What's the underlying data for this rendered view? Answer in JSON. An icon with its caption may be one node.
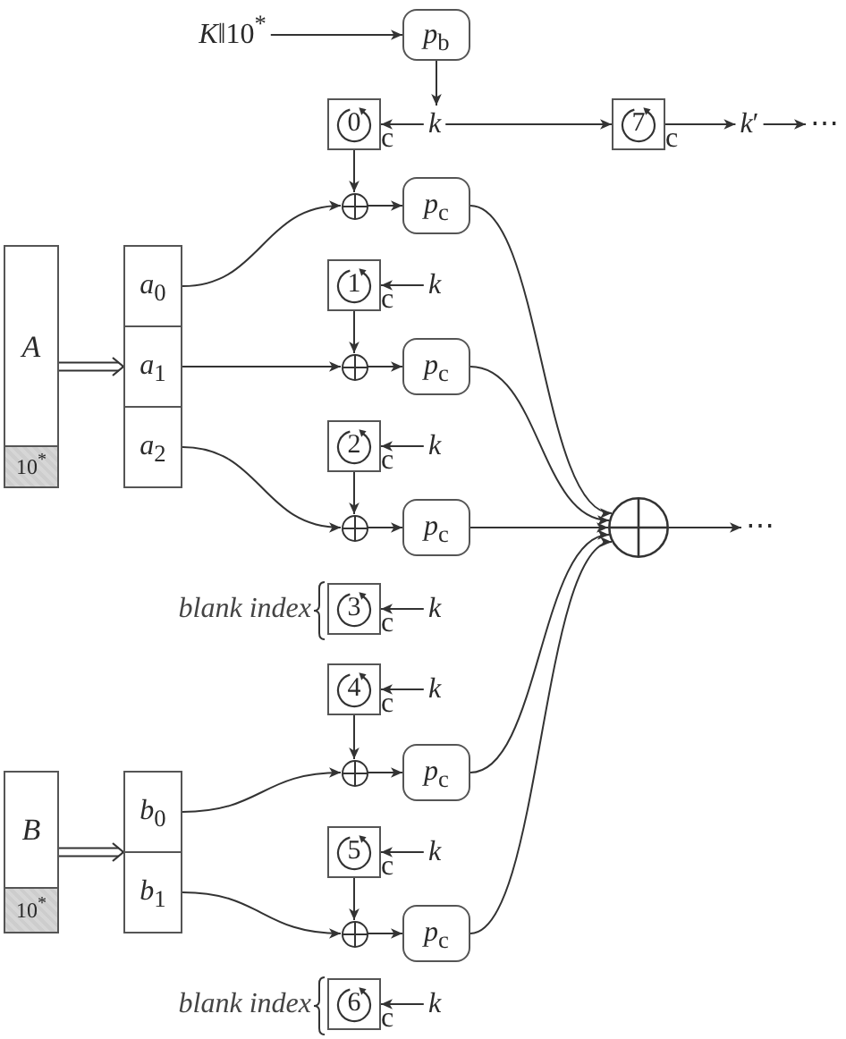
{
  "diagram": {
    "nodes": [
      {
        "text": [
          "*K*‖10$^{*}$"
        ]
      },
      {
        "text": [
          "*p*$_{b}$"
        ]
      },
      {
        "text": [
          "k"
        ]
      },
      {
        "text": [
          "0"
        ],
        "beside": [
          "c"
        ]
      },
      {
        "text": [
          "7"
        ],
        "beside": [
          "c"
        ]
      },
      {
        "text": [
          "*k*′"
        ]
      },
      {
        "text": [
          "⋯"
        ]
      },
      {
        "text": [
          "A"
        ]
      },
      {
        "text": [
          "10$^{*}$"
        ],
        "in": 7
      },
      {
        "text": [],
        "shape": "box"
      },
      {
        "text": [
          "*a*$_{0}$"
        ],
        "in": 9
      },
      {
        "text": [
          "*a*$_{1}$"
        ],
        "in": 9
      },
      {
        "text": [
          "*a*$_{2}$"
        ],
        "in": 9
      },
      {
        "text": [],
        "shape": "circle"
      },
      {
        "text": [
          "*p*$_{c}$"
        ]
      },
      {
        "text": [
          "1"
        ],
        "beside": [
          "c"
        ]
      },
      {
        "text": [
          "k"
        ]
      },
      {
        "text": [],
        "shape": "circle"
      },
      {
        "text": [
          "*p*$_{c}$"
        ]
      },
      {
        "text": [
          "2"
        ],
        "beside": [
          "c"
        ]
      },
      {
        "text": [
          "k"
        ]
      },
      {
        "text": [],
        "shape": "circle"
      },
      {
        "text": [
          "*p*$_{c}$"
        ]
      },
      {
        "text": [],
        "shape": "circle"
      },
      {
        "text": [
          "⋯"
        ]
      },
      {
        "text": [
          "3"
        ],
        "beside": [
          "blank index",
          "c"
        ]
      },
      {
        "text": [
          "k"
        ]
      },
      {
        "text": [
          "4"
        ],
        "beside": [
          "c"
        ]
      },
      {
        "text": [
          "k"
        ]
      },
      {
        "text": [
          "B"
        ]
      },
      {
        "text": [
          "10$^{*}$"
        ],
        "in": 29
      },
      {
        "text": [],
        "shape": "box"
      },
      {
        "text": [
          "*b*$_{0}$"
        ],
        "in": 31
      },
      {
        "text": [
          "*b*$_{1}$"
        ],
        "in": 31
      },
      {
        "text": [],
        "shape": "circle"
      },
      {
        "text": [
          "*p*$_{c}$"
        ]
      },
      {
        "text": [
          "5"
        ],
        "beside": [
          "c"
        ]
      },
      {
        "text": [
          "k"
        ]
      },
      {
        "text": [],
        "shape": "circle"
      },
      {
        "text": [
          "*p*$_{c}$"
        ]
      },
      {
        "text": [
          "6"
        ],
        "beside": [
          "blank index",
          "c"
        ]
      },
      {
        "text": [
          "k"
        ]
      }
    ],
    "edges": [
      {
        "from": 0,
        "to": 1,
        "arrow": "to"
      },
      {
        "from": 1,
        "to": 2,
        "arrow": "to"
      },
      {
        "from": 2,
        "to": 3,
        "arrow": "to"
      },
      {
        "from": 2,
        "to": 4,
        "arrow": "to"
      },
      {
        "from": 4,
        "to": 5,
        "arrow": "to"
      },
      {
        "from": 5,
        "to": 6,
        "arrow": "to"
      },
      {
        "from": 7,
        "to": 9,
        "arrow": "to"
      },
      {
        "from": 10,
        "to": 13,
        "arrow": "to"
      },
      {
        "from": 3,
        "to": 13,
        "arrow": "to"
      },
      {
        "from": 13,
        "to": 14,
        "arrow": "to"
      },
      {
        "from": 14,
        "to": 23,
        "arrow": "to"
      },
      {
        "from": 16,
        "to": 15,
        "arrow": "to"
      },
      {
        "from": 15,
        "to": 17,
        "arrow": "to"
      },
      {
        "from": 11,
        "to": 17,
        "arrow": "to"
      },
      {
        "from": 17,
        "to": 18,
        "arrow": "to"
      },
      {
        "from": 18,
        "to": 23,
        "arrow": "to"
      },
      {
        "from": 20,
        "to": 19,
        "arrow": "to"
      },
      {
        "from": 19,
        "to": 21,
        "arrow": "to"
      },
      {
        "from": 12,
        "to": 21,
        "arrow": "to"
      },
      {
        "from": 21,
        "to": 22,
        "arrow": "to"
      },
      {
        "from": 22,
        "to": 23,
        "arrow": "to"
      },
      {
        "from": 23,
        "to": 24,
        "arrow": "to"
      },
      {
        "from": 26,
        "to": 25,
        "arrow": "to"
      },
      {
        "from": 28,
        "to": 27,
        "arrow": "to"
      },
      {
        "from": 29,
        "to": 31,
        "arrow": "to"
      },
      {
        "from": 32,
        "to": 34,
        "arrow": "to"
      },
      {
        "from": 27,
        "to": 34,
        "arrow": "to"
      },
      {
        "from": 34,
        "to": 35,
        "arrow": "to"
      },
      {
        "from": 35,
        "to": 23,
        "arrow": "to"
      },
      {
        "from": 37,
        "to": 36,
        "arrow": "to"
      },
      {
        "from": 36,
        "to": 38,
        "arrow": "to"
      },
      {
        "from": 33,
        "to": 38,
        "arrow": "to"
      },
      {
        "from": 38,
        "to": 39,
        "arrow": "to"
      },
      {
        "from": 39,
        "to": 23,
        "arrow": "to"
      },
      {
        "from": 41,
        "to": 40,
        "arrow": "to"
      }
    ]
  }
}
